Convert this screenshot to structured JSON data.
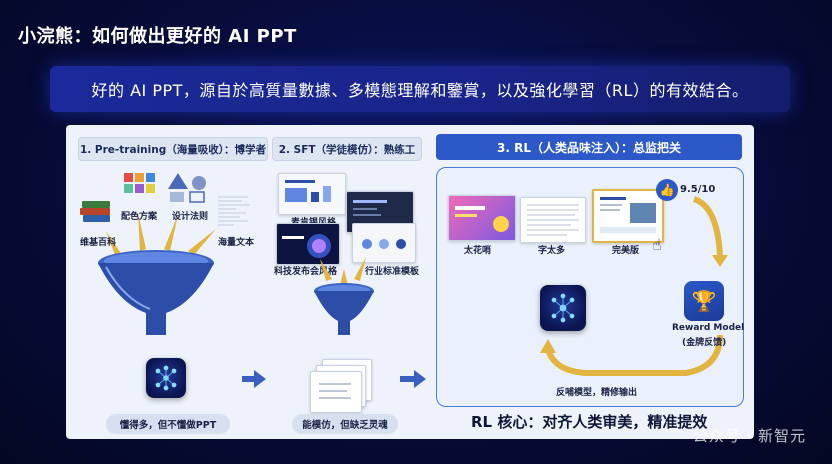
{
  "header": {
    "title": "小浣熊：如何做出更好的 AI PPT"
  },
  "banner": {
    "text": "好的 AI PPT，源自於高質量數據、多模態理解和鑒賞，以及強化學習（RL）的有效結合。"
  },
  "stages": {
    "pretraining": {
      "tag": "1. Pre-training（海量吸收）：博学者",
      "sources": [
        "维基百科",
        "配色方案",
        "设计法则",
        "海量文本"
      ],
      "caption": "懂得多，但不懂做PPT"
    },
    "sft": {
      "tag": "2. SFT（学徒模仿）：熟练工",
      "sources": [
        "麦肯锡风格",
        "科技发布会风格",
        "行业标准模板"
      ],
      "caption": "能模仿，但缺乏灵魂"
    },
    "rl": {
      "tag": "3. RL（人类品味注入）：总监把关",
      "samples": [
        "太花哨",
        "字太多",
        "完美版"
      ],
      "score": "9.5/10",
      "reward_model": "Reward Model",
      "reward_model_sub": "(金牌反馈)",
      "feedback": "反哺模型，精修输出",
      "core": "RL 核心：对齐人类审美，精准提效"
    }
  },
  "watermark": "公众号 · 新智元",
  "colors": {
    "background": "#070c3a",
    "accent": "#2c58c8",
    "panel": "#eef3fb",
    "gold": "#e2b440"
  }
}
